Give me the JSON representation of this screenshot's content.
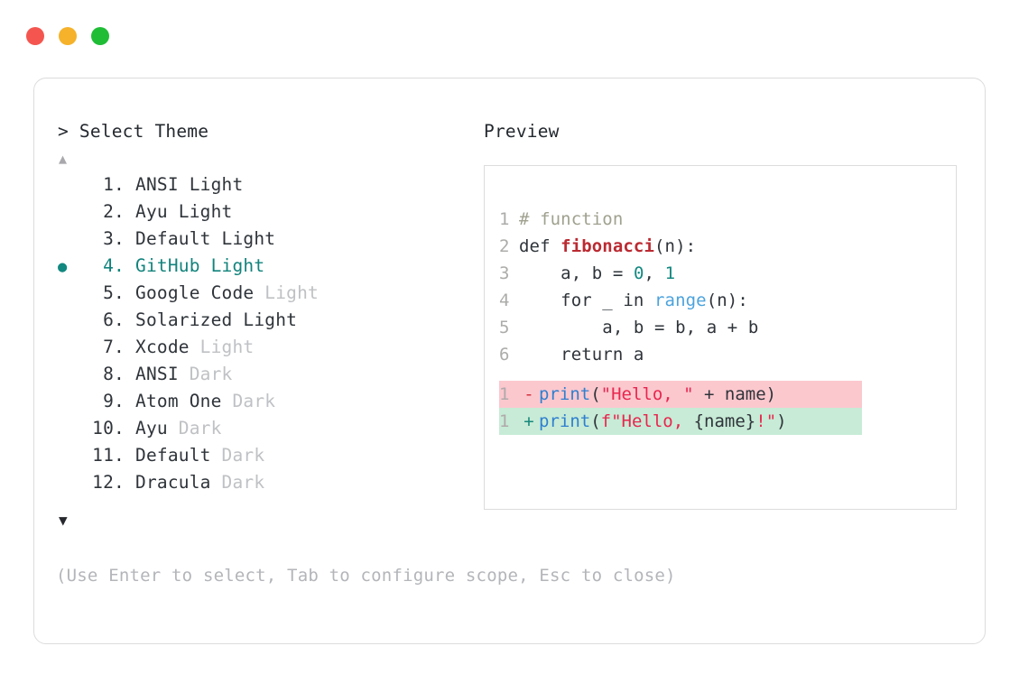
{
  "window": {
    "traffic_lights": [
      {
        "name": "close",
        "color": "#f4564f"
      },
      {
        "name": "minimize",
        "color": "#f5b22a"
      },
      {
        "name": "maximize",
        "color": "#1fbd36"
      }
    ]
  },
  "left": {
    "prompt_symbol": ">",
    "prompt_label": "Select Theme",
    "scroll_up_icon": "▲",
    "scroll_down_icon": "▼",
    "selected_bullet": "●",
    "selected_index": 4,
    "accent_color": "#12837c",
    "items": [
      {
        "number": "1.",
        "name": "ANSI",
        "variant": "Light",
        "variant_muted": false,
        "selected": false,
        "bullet": ""
      },
      {
        "number": "2.",
        "name": "Ayu",
        "variant": "Light",
        "variant_muted": false,
        "selected": false,
        "bullet": ""
      },
      {
        "number": "3.",
        "name": "Default",
        "variant": "Light",
        "variant_muted": false,
        "selected": false,
        "bullet": ""
      },
      {
        "number": "4.",
        "name": "GitHub",
        "variant": "Light",
        "variant_muted": false,
        "selected": true,
        "bullet": "●"
      },
      {
        "number": "5.",
        "name": "Google Code",
        "variant": "Light",
        "variant_muted": true,
        "selected": false,
        "bullet": ""
      },
      {
        "number": "6.",
        "name": "Solarized",
        "variant": "Light",
        "variant_muted": false,
        "selected": false,
        "bullet": ""
      },
      {
        "number": "7.",
        "name": "Xcode",
        "variant": "Light",
        "variant_muted": true,
        "selected": false,
        "bullet": ""
      },
      {
        "number": "8.",
        "name": "ANSI",
        "variant": "Dark",
        "variant_muted": true,
        "selected": false,
        "bullet": ""
      },
      {
        "number": "9.",
        "name": "Atom One",
        "variant": "Dark",
        "variant_muted": true,
        "selected": false,
        "bullet": ""
      },
      {
        "number": "10.",
        "name": "Ayu",
        "variant": "Dark",
        "variant_muted": true,
        "selected": false,
        "bullet": ""
      },
      {
        "number": "11.",
        "name": "Default",
        "variant": "Dark",
        "variant_muted": true,
        "selected": false,
        "bullet": ""
      },
      {
        "number": "12.",
        "name": "Dracula",
        "variant": "Dark",
        "variant_muted": true,
        "selected": false,
        "bullet": ""
      }
    ],
    "hint": "(Use Enter to select, Tab to configure scope, Esc to close)"
  },
  "right": {
    "title": "Preview",
    "code_lines": [
      {
        "gutter": "1",
        "tokens": [
          {
            "t": "# function",
            "c": "tok-comment"
          }
        ]
      },
      {
        "gutter": "2",
        "tokens": [
          {
            "t": "def ",
            "c": "tok-def"
          },
          {
            "t": "fibonacci",
            "c": "tok-fn-def"
          },
          {
            "t": "(n):",
            "c": "tok-plain"
          }
        ]
      },
      {
        "gutter": "3",
        "tokens": [
          {
            "t": "    a, b = ",
            "c": "tok-plain"
          },
          {
            "t": "0",
            "c": "tok-num"
          },
          {
            "t": ", ",
            "c": "tok-plain"
          },
          {
            "t": "1",
            "c": "tok-num"
          }
        ]
      },
      {
        "gutter": "4",
        "tokens": [
          {
            "t": "    for _ in ",
            "c": "tok-plain"
          },
          {
            "t": "range",
            "c": "tok-builtin"
          },
          {
            "t": "(n):",
            "c": "tok-plain"
          }
        ]
      },
      {
        "gutter": "5",
        "tokens": [
          {
            "t": "        a, b = b, a + b",
            "c": "tok-plain"
          }
        ]
      },
      {
        "gutter": "6",
        "tokens": [
          {
            "t": "    return a",
            "c": "tok-plain"
          }
        ]
      }
    ],
    "diff_lines": [
      {
        "gutter": "1",
        "sign": "-",
        "kind": "diff-del",
        "tokens": [
          {
            "t": "print",
            "c": "tok-call"
          },
          {
            "t": "(",
            "c": "tok-plain"
          },
          {
            "t": "\"Hello, \"",
            "c": "tok-str"
          },
          {
            "t": " + name)",
            "c": "tok-plain"
          }
        ]
      },
      {
        "gutter": "1",
        "sign": "+",
        "kind": "diff-add",
        "tokens": [
          {
            "t": "print",
            "c": "tok-call"
          },
          {
            "t": "(",
            "c": "tok-plain"
          },
          {
            "t": "f\"Hello, ",
            "c": "tok-str"
          },
          {
            "t": "{name}",
            "c": "tok-plain"
          },
          {
            "t": "!\"",
            "c": "tok-str"
          },
          {
            "t": ")",
            "c": "tok-plain"
          }
        ]
      }
    ]
  }
}
